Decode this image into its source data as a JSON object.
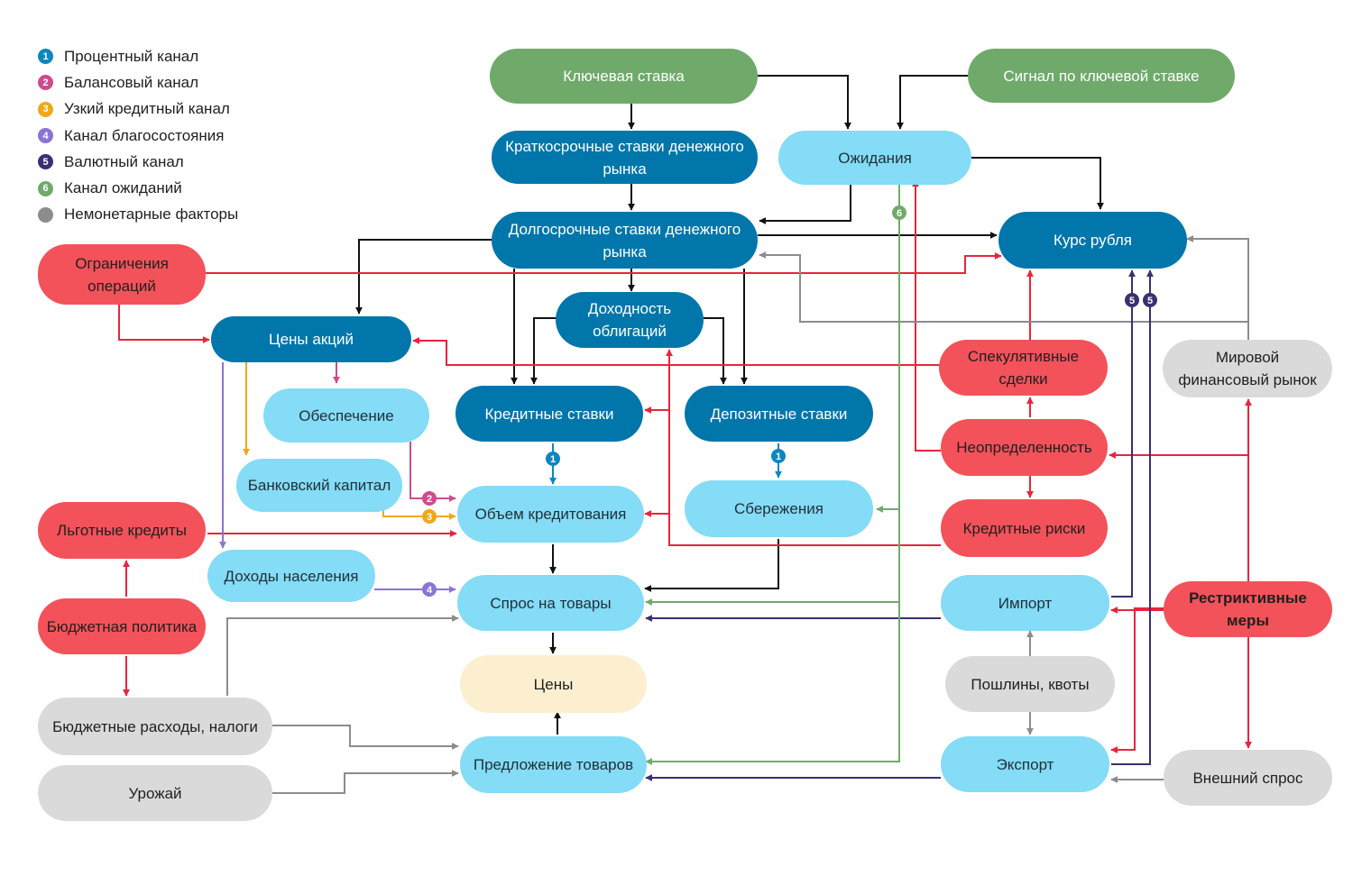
{
  "legend": [
    {
      "num": "1",
      "label": "Процентный канал",
      "color": "#0e86bf"
    },
    {
      "num": "2",
      "label": "Балансовый канал",
      "color": "#cf4b8c"
    },
    {
      "num": "3",
      "label": "Узкий кредитный канал",
      "color": "#f0a818"
    },
    {
      "num": "4",
      "label": "Канал благосостояния",
      "color": "#8a74d6"
    },
    {
      "num": "5",
      "label": "Валютный канал",
      "color": "#3b2f72"
    },
    {
      "num": "6",
      "label": "Канал ожиданий",
      "color": "#6faa6b"
    },
    {
      "num": "",
      "label": "Немонетарные факторы",
      "color": "#8c8c8c"
    }
  ],
  "nodes": {
    "key_rate": "Ключевая ставка",
    "key_rate_signal": "Сигнал по ключевой ставке",
    "short_rates": "Краткосрочные ставки денежного рынка",
    "expectations": "Ожидания",
    "long_rates": "Долгосрочные ставки денежного рынка",
    "ruble_rate": "Курс рубля",
    "operation_limits": "Ограничения операций",
    "bond_yield": "Доходность облигаций",
    "stock_prices": "Цены акций",
    "speculative_deals": "Спекулятивные сделки",
    "world_market": "Мировой финансовый рынок",
    "collateral": "Обеспечение",
    "credit_rates": "Кредитные ставки",
    "deposit_rates": "Депозитные ставки",
    "uncertainty": "Неопределенность",
    "bank_capital": "Банковский капитал",
    "lending_volume": "Объем кредитования",
    "savings": "Сбережения",
    "credit_risks": "Кредитные риски",
    "subsidized_loans": "Льготные кредиты",
    "household_income": "Доходы населения",
    "goods_demand": "Спрос на товары",
    "imports": "Импорт",
    "restrictive_measures": "Рестриктивные меры",
    "budget_policy": "Бюджетная политика",
    "prices": "Цены",
    "duties_quotas": "Пошлины, квоты",
    "budget_spending": "Бюджетные расходы, налоги",
    "goods_supply": "Предложение товаров",
    "exports": "Экспорт",
    "external_demand": "Внешний спрос",
    "harvest": "Урожай"
  },
  "channel_badges": [
    "1",
    "1",
    "2",
    "3",
    "4",
    "5",
    "5",
    "6"
  ],
  "colors": {
    "monetary_dark": "#0076ab",
    "monetary_light": "#84dcf6",
    "key_rate": "#6faa6b",
    "shock": "#f3525a",
    "non_monetary": "#dadada",
    "prices": "#fcefcf",
    "arrow_black": "#111111",
    "arrow_red": "#e8253d",
    "arrow_grey": "#8c8c8c"
  }
}
